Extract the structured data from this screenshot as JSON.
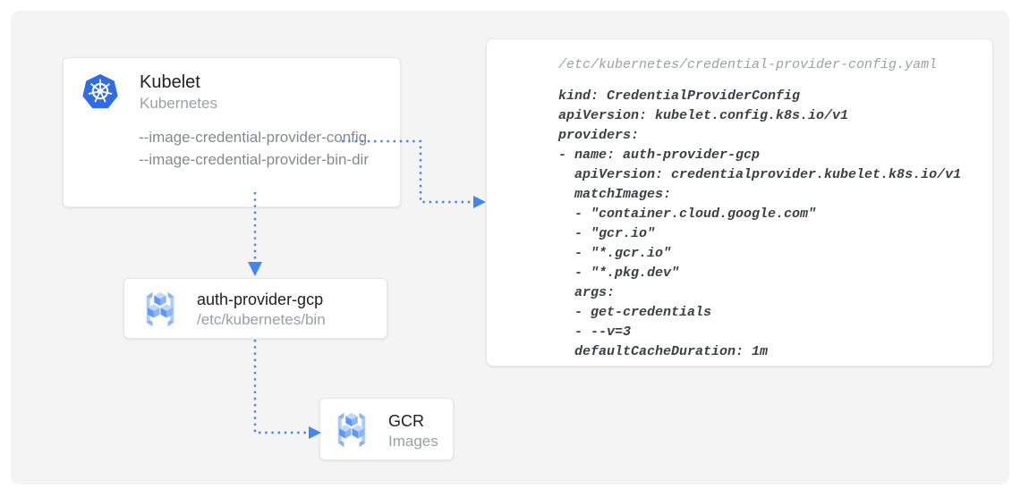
{
  "diagram": {
    "kubelet": {
      "title": "Kubelet",
      "subtitle": "Kubernetes",
      "flags": [
        "--image-credential-provider-config",
        "--image-credential-provider-bin-dir"
      ]
    },
    "auth_provider": {
      "title": "auth-provider-gcp",
      "subtitle": "/etc/kubernetes/bin"
    },
    "gcr": {
      "title": "GCR",
      "subtitle": "Images"
    }
  },
  "code_panel": {
    "path": "/etc/kubernetes/credential-provider-config.yaml",
    "lines": [
      "kind: CredentialProviderConfig",
      "apiVersion: kubelet.config.k8s.io/v1",
      "providers:",
      "- name: auth-provider-gcp",
      "  apiVersion: credentialprovider.kubelet.k8s.io/v1",
      "  matchImages:",
      "  - \"container.cloud.google.com\"",
      "  - \"gcr.io\"",
      "  - \"*.gcr.io\"",
      "  - \"*.pkg.dev\"",
      "  args:",
      "  - get-credentials",
      "  - --v=3",
      "  defaultCacheDuration: 1m"
    ]
  },
  "icons": {
    "kubelet": "kubernetes-helm-icon",
    "auth_provider": "container-registry-icon",
    "gcr": "container-registry-icon"
  },
  "colors": {
    "arrow": "#4285f4",
    "kubernetes_blue": "#326ce5",
    "panel_bg": "#f4f4f5",
    "code_text": "#3c4043",
    "muted_text": "#9aa0a6",
    "title_text": "#212124"
  }
}
